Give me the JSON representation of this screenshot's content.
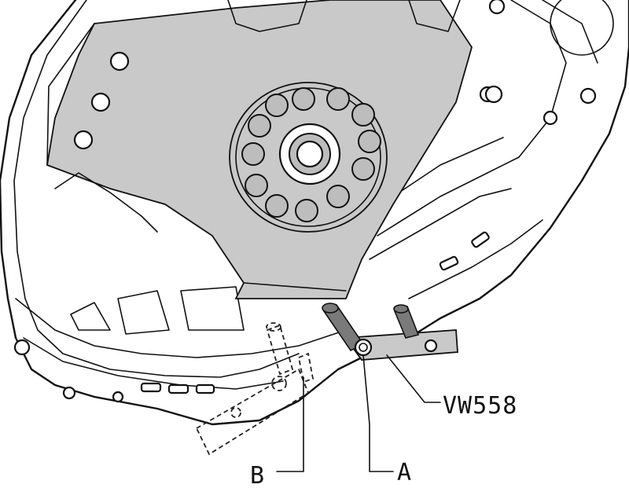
{
  "labels": {
    "tool": "VW558",
    "pin": "A",
    "dashed_position": "B"
  }
}
